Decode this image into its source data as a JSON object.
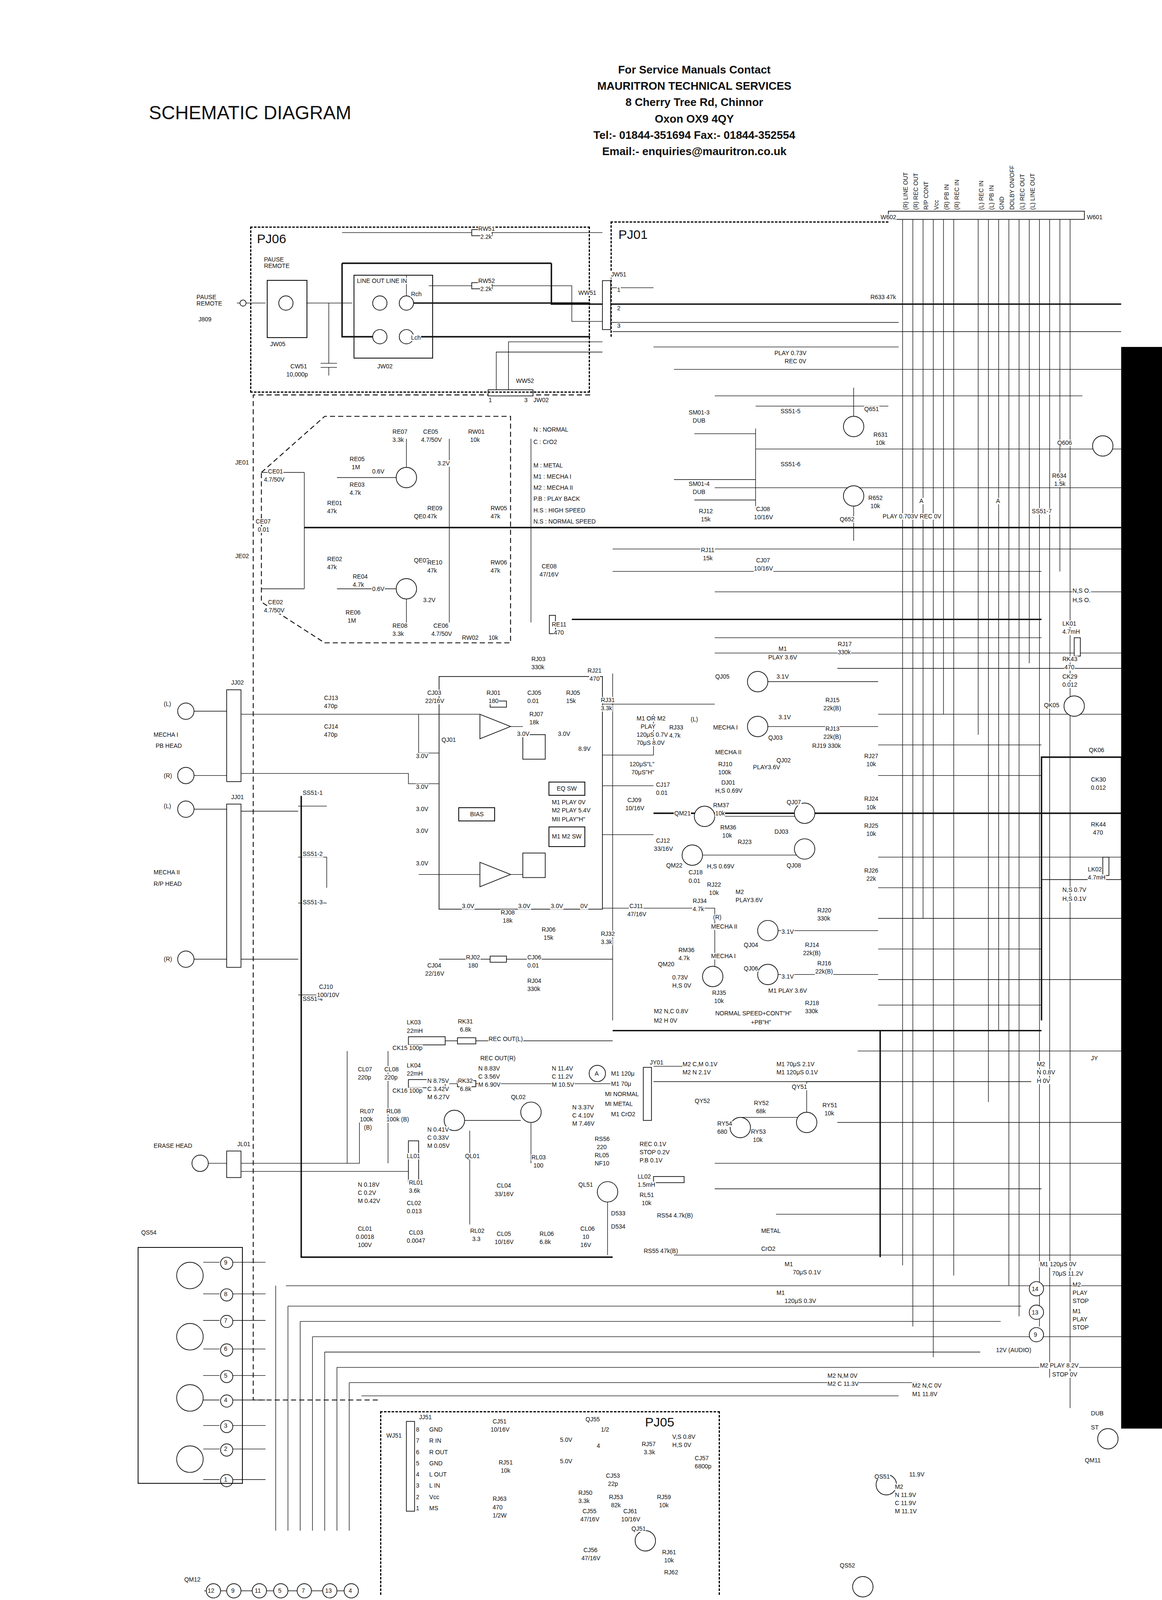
{
  "diagram": {
    "title": "SCHEMATIC DIAGRAM",
    "nodes": [
      {
        "text": [
          "PJ06"
        ]
      },
      {
        "text": [
          "PAUSE REMOTE",
          "JW05"
        ],
        "in": 0
      },
      {
        "text": [
          "LINE OUT LINE IN",
          "Rch",
          "Lch",
          "JW02"
        ],
        "in": 0
      },
      {
        "text": [
          "PJ01"
        ]
      },
      {
        "text": [
          "EQ SW"
        ]
      },
      {
        "text": [
          "BIAS"
        ]
      },
      {
        "text": [
          "M1 M2 SW"
        ]
      },
      {
        "text": [
          "PJ05"
        ]
      },
      {
        "text": [
          "QS54"
        ]
      }
    ],
    "labels": [
      "For Service Manuals Contact",
      "MAURITRON TECHNICAL SERVICES",
      "8 Cherry Tree Rd, Chinnor",
      "Oxon OX9 4QY",
      "Tel:- 01844-351694 Fax:- 01844-352554",
      "Email:- enquiries@mauritron.co.uk",
      "(R) LINE OUT",
      "(R) REC OUT",
      "R/P CONT",
      "Vcc",
      "(R) PB IN",
      "(R) REC IN",
      "(L) REC IN",
      "(L) PB IN",
      "GND",
      "DOLBY ON/OFF",
      "(L) REC OUT",
      "(L) LINE OUT",
      "W602",
      "W601",
      "PAUSE REMOTE",
      "J809",
      "RW51",
      "2.2k",
      "RW52",
      "2.2k",
      "CW51",
      "10,000p",
      "WW51",
      "JW51",
      "1",
      "2",
      "3",
      "WW52",
      "1",
      "3",
      "JW02",
      "JE01",
      "JE02",
      "CE01",
      "4.7/50V",
      "RE05",
      "1M",
      "RE03",
      "4.7k",
      "RE01",
      "47k",
      "CE07",
      "0.01",
      "RE02",
      "47k",
      "RE04",
      "4.7k",
      "CE02",
      "4.7/50V",
      "RE06",
      "1M",
      "0.6V",
      "0.6V",
      "QE01",
      "QE02",
      "RE07",
      "3.3k",
      "CE05",
      "4.7/50V",
      "3.2V",
      "3.2V",
      "RE09",
      "47k",
      "RE10",
      "47k",
      "RE08",
      "3.3k",
      "CE06",
      "4.7/50V",
      "RW01",
      "10k",
      "RW05",
      "47k",
      "RW06",
      "47k",
      "RW02",
      "10k",
      "N : NORMAL",
      "C : CrO2",
      "M : METAL",
      "M1 : MECHA I",
      "M2 : MECHA II",
      "P.B : PLAY BACK",
      "H.S : HIGH SPEED",
      "N.S : NORMAL SPEED",
      "CE08",
      "47/16V",
      "RE11",
      "470",
      "(L)",
      "MECHA I",
      "PB HEAD",
      "(R)",
      "JJ02",
      "CJ13",
      "470p",
      "CJ14",
      "470p",
      "(L)",
      "MECHA II",
      "R/P HEAD",
      "(R)",
      "JJ01",
      "SS51-1",
      "SS51-2",
      "SS51-3",
      "SS51-4",
      "CJ10",
      "100/10V",
      "CJ03",
      "22/16V",
      "RJ01",
      "180",
      "CJ05",
      "0.01",
      "RJ03",
      "330k",
      "RJ05",
      "15k",
      "RJ07",
      "18k",
      "3.0V",
      "3.0V",
      "QJ01",
      "3.0V",
      "3.0V",
      "3.0V",
      "3.0V",
      "3.0V",
      "8.9V",
      "3.0V",
      "3.0V",
      "3.0V",
      "0V",
      "RJ08",
      "18k",
      "RJ06",
      "15k",
      "CJ04",
      "22/16V",
      "RJ02",
      "180",
      "CJ06",
      "0.01",
      "RJ04",
      "330k",
      "RJ21",
      "470",
      "RJ31",
      "3.3k",
      "RJ32",
      "3.3k",
      "CJ11",
      "47/16V",
      "M1 OR M2",
      "PLAY",
      "120μS 0.7V",
      "70μS 8.0V",
      "RJ33",
      "4.7k",
      "120μS\"L\"",
      "70μS\"H\"",
      "M1 PLAY 0V",
      "M2 PLAY 5.4V",
      "MII PLAY\"H\"",
      "CJ09",
      "10/16V",
      "M1",
      "PLAY 3.6V",
      "QJ05",
      "(L)",
      "MECHA I",
      "MECHA II",
      "QJ03",
      "3.1V",
      "3.1V",
      "RJ17",
      "330k",
      "RJ15",
      "22k(B)",
      "RJ13",
      "22k(B)",
      "RJ19 330k",
      "RJ10",
      "100k",
      "PLAY3.6V",
      "DJ01",
      "QJ02",
      "RJ27",
      "10k",
      "QM21",
      "H,S 0.69V",
      "RM37",
      "10k",
      "QJ07",
      "QJ08",
      "RJ24",
      "10k",
      "RJ25",
      "10k",
      "RJ26",
      "22k",
      "DJ03",
      "CJ12",
      "33/16V",
      "QM22",
      "H,S 0.69V",
      "RM36",
      "10k",
      "RJ23",
      "CJ17",
      "0.01",
      "CJ18",
      "0.01",
      "RJ22",
      "10k",
      "RJ34",
      "4.7k",
      "M2",
      "PLAY3.6V",
      "(R)",
      "MECHA II",
      "MECHA I",
      "QJ04",
      "QJ06",
      "3.1V",
      "3.1V",
      "RJ20",
      "330k",
      "RJ14",
      "22k(B)",
      "RJ16",
      "22k(B)",
      "M1 PLAY 3.6V",
      "RJ18",
      "330k",
      "QM20",
      "0.73V",
      "H,S 0V",
      "RM36",
      "4.7k",
      "RJ35",
      "10k",
      "M2 N,C 0.8V",
      "M2 H 0V",
      "NORMAL SPEED+CONT\"H\"",
      "+PB\"H\"",
      "PLAY 0.73V",
      "REC 0V",
      "Q651",
      "R631",
      "10k",
      "SS51-5",
      "SM01-3",
      "DUB",
      "SM01-4",
      "DUB",
      "SS51-6",
      "Q652",
      "R652",
      "10k",
      "PLAY 0.703V REC 0V",
      "A",
      "A",
      "R634",
      "1.5k",
      "SS51-7",
      "Q606",
      "RJ12",
      "15k",
      "CJ08",
      "10/16V",
      "RJ11",
      "15k",
      "CJ07",
      "10/16V",
      "R633 47k",
      "N,S O.",
      "H,S O.",
      "LK01",
      "4.7mH",
      "RK43",
      "470",
      "CK29",
      "0.012",
      "QK05",
      "QK06",
      "CK30",
      "0.012",
      "RK44",
      "470",
      "LK02",
      "4.7mH",
      "N,S 0.7V",
      "H,S 0.1V",
      "JY",
      "LK03",
      "22mH",
      "RK31",
      "6.8k",
      "REC OUT(L)",
      "CK15 100p",
      "REC OUT(R)",
      "LK04",
      "22mH",
      "RK32",
      "6.8k",
      "CK16 100p",
      "CL07",
      "220p",
      "CL08",
      "220p",
      "RL07",
      "100k",
      "(B)",
      "RL08",
      "100k (B)",
      "N 8.75V",
      "C 3.42V",
      "M 6.27V",
      "N 8.83V",
      "C 3.56V",
      "M 6.90V",
      "N 11.4V",
      "C 11.2V",
      "M 10.5V",
      "QL02",
      "A",
      "N 3.37V",
      "C 4.10V",
      "M 7.46V",
      "N 0.41V",
      "C 0.33V",
      "M 0.05V",
      "QL01",
      "ERASE HEAD",
      "JL01",
      "LL01",
      "RL01",
      "3.6k",
      "CL02",
      "0.013",
      "N 0.18V",
      "C 0.2V",
      "M 0.42V",
      "CL01",
      "0.0018",
      "100V",
      "CL03",
      "0.0047",
      "RL02",
      "3.3",
      "RL03",
      "100",
      "CL04",
      "33/16V",
      "CL05",
      "10/16V",
      "RL06",
      "6.8k",
      "CL06",
      "10",
      "16V",
      "QL51",
      "RS56",
      "220",
      "RL05",
      "NF10",
      "REC 0.1V",
      "STOP 0.2V",
      "P.B 0.1V",
      "LL02",
      "1.5mH",
      "RL51",
      "10k",
      "D533",
      "D534",
      "RS54 4.7k(B)",
      "RS55 47k(B)",
      "METAL",
      "CrO2",
      "JY01",
      "M1 120μ",
      "M1 70μ",
      "MI NORMAL",
      "MI METAL",
      "M1 CrO2",
      "M2 C,M 0.1V",
      "M2 N 2.1V",
      "QY52",
      "RY52",
      "68k",
      "RY54",
      "680",
      "RY53",
      "10k",
      "QY51",
      "RY51",
      "10k",
      "M1 70μS 2.1V",
      "M1 120μS 0.1V",
      "M2",
      "N 0.8V",
      "H 0V",
      "M1 120μS 0V",
      "70μS 11.2V",
      "M2",
      "PLAY",
      "STOP",
      "M1",
      "PLAY",
      "STOP",
      "12V (AUDIO)",
      "M2 PLAY 8.2V",
      "STOP 0V",
      "DUB",
      "ST",
      "QM11",
      "M1",
      "70μS 0.1V",
      "M1",
      "120μS 0.3V",
      "M2 N,M 0V",
      "M2 C 11.3V",
      "M2 N,C 0V",
      "M1 11.8V",
      "QS51",
      "11.9V",
      "M2",
      "N 11.9V",
      "C 11.9V",
      "M 11.1V",
      "QS52",
      "14",
      "13",
      "9",
      "JJ51",
      "WJ51",
      "8",
      "7",
      "6",
      "5",
      "4",
      "3",
      "2",
      "1",
      "GND",
      "R IN",
      "R OUT",
      "GND",
      "L OUT",
      "L IN",
      "Vcc",
      "MS",
      "CJ51",
      "10/16V",
      "QJ55",
      "1/2",
      "5.0V",
      "4",
      "5.0V",
      "RJ57",
      "3.3k",
      "V,S 0.8V",
      "H,S 0V",
      "CJ57",
      "6800p",
      "CJ53",
      "22p",
      "RJ51",
      "10k",
      "RJ50",
      "3.3k",
      "RJ53",
      "82k",
      "RJ59",
      "10k",
      "RJ63",
      "470",
      "1/2W",
      "CJ55",
      "47/16V",
      "CJ61",
      "10/16V",
      "QJ51",
      "CJ56",
      "47/16V",
      "RJ61",
      "10k",
      "RJ62",
      "9",
      "8",
      "7",
      "6",
      "5",
      "4",
      "3",
      "2",
      "1",
      "QM12",
      "12",
      "9",
      "11",
      "5",
      "7",
      "13",
      "4"
    ]
  }
}
